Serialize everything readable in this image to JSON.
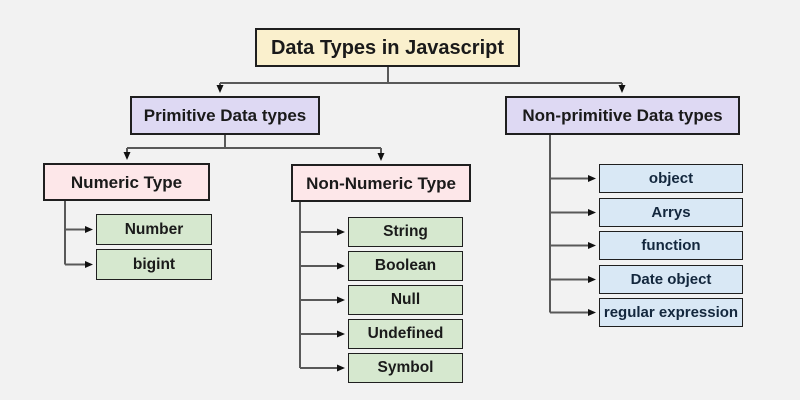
{
  "diagram": {
    "title": "Data Types in Javascript",
    "level1": {
      "primitive": "Primitive Data types",
      "non_primitive": "Non-primitive Data types"
    },
    "level2": {
      "numeric": "Numeric Type",
      "non_numeric": "Non-Numeric Type"
    },
    "numeric_types": [
      "Number",
      "bigint"
    ],
    "non_numeric_types": [
      "String",
      "Boolean",
      "Null",
      "Undefined",
      "Symbol"
    ],
    "non_primitive_types": [
      "object",
      "Arrys",
      "function",
      "Date object",
      "regular expression"
    ],
    "colors": {
      "bg": "#f2f2f2",
      "title_fill": "#faf0cd",
      "branch_fill": "#ded9f3",
      "type_fill": "#fde7e9",
      "leaf_green_fill": "#d6e8cf",
      "leaf_blue_fill": "#d9e8f5",
      "border": "#1f1f1f",
      "line": "#595959",
      "arrow": "#111111",
      "text": "#1a1a1a"
    }
  }
}
